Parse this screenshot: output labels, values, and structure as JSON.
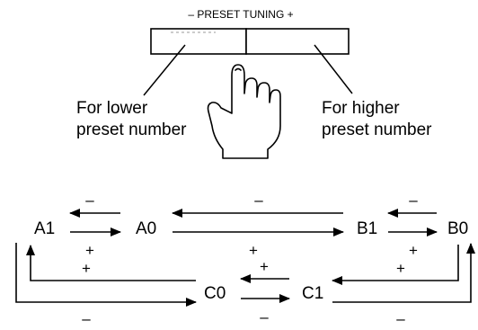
{
  "button": {
    "title": "– PRESET TUNING +",
    "minus": "–",
    "plus": "+"
  },
  "callouts": {
    "lower": [
      "For lower",
      "preset number"
    ],
    "higher": [
      "For higher",
      "preset number"
    ]
  },
  "sequence": {
    "nodes": {
      "A1": "A1",
      "A0": "A0",
      "B1": "B1",
      "B0": "B0",
      "C0": "C0",
      "C1": "C1"
    },
    "minus_sign": "–",
    "plus_sign": "+"
  },
  "icons": [
    "finger-press-icon",
    "arrow-left-icon",
    "arrow-right-icon",
    "arrow-up-icon"
  ]
}
